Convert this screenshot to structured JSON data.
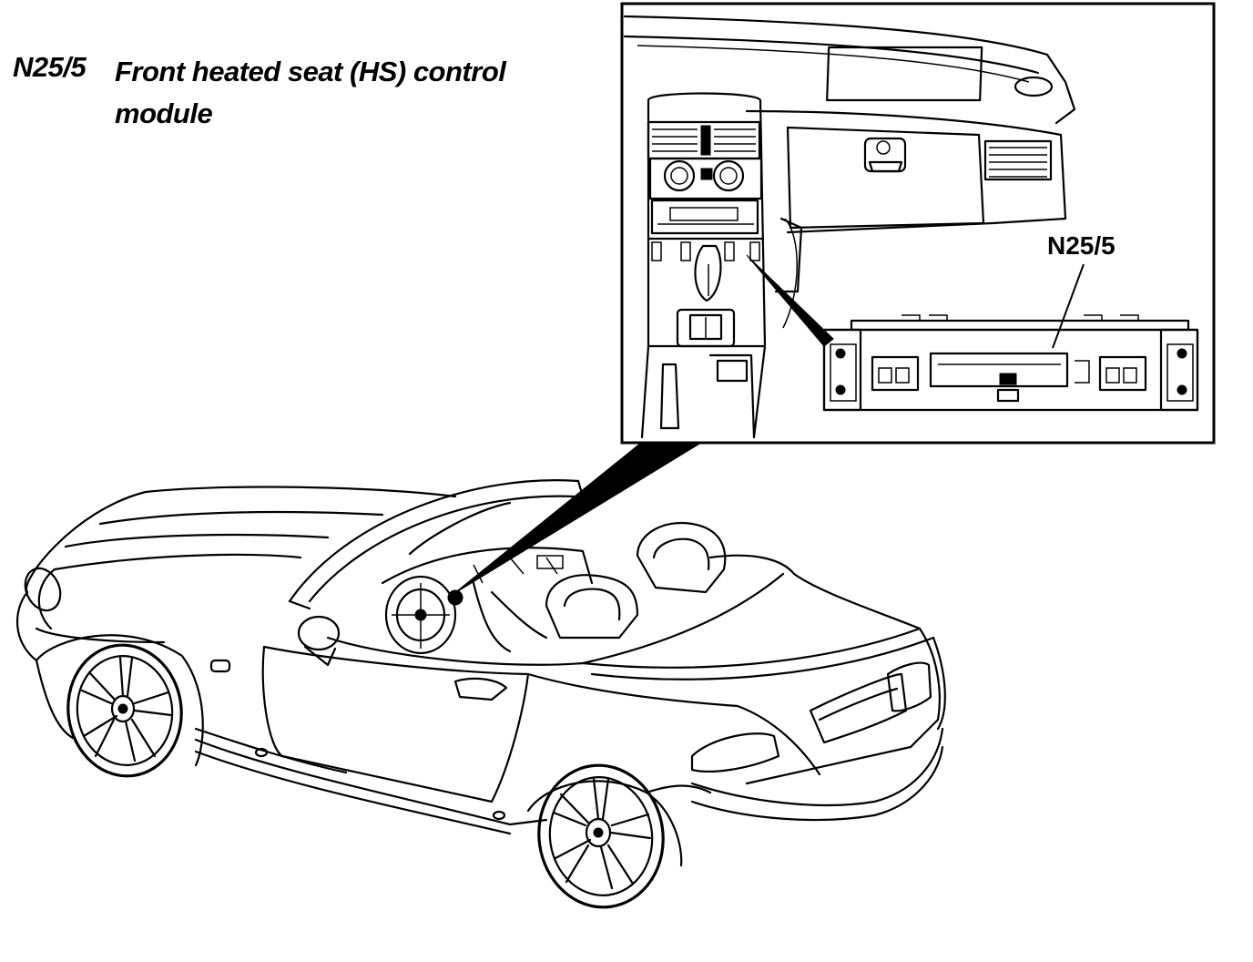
{
  "legend": {
    "code": "N25/5",
    "description": "Front heated seat (HS) control module"
  },
  "callout": {
    "label": "N25/5"
  },
  "colors": {
    "ink": "#000000",
    "paper": "#ffffff"
  }
}
